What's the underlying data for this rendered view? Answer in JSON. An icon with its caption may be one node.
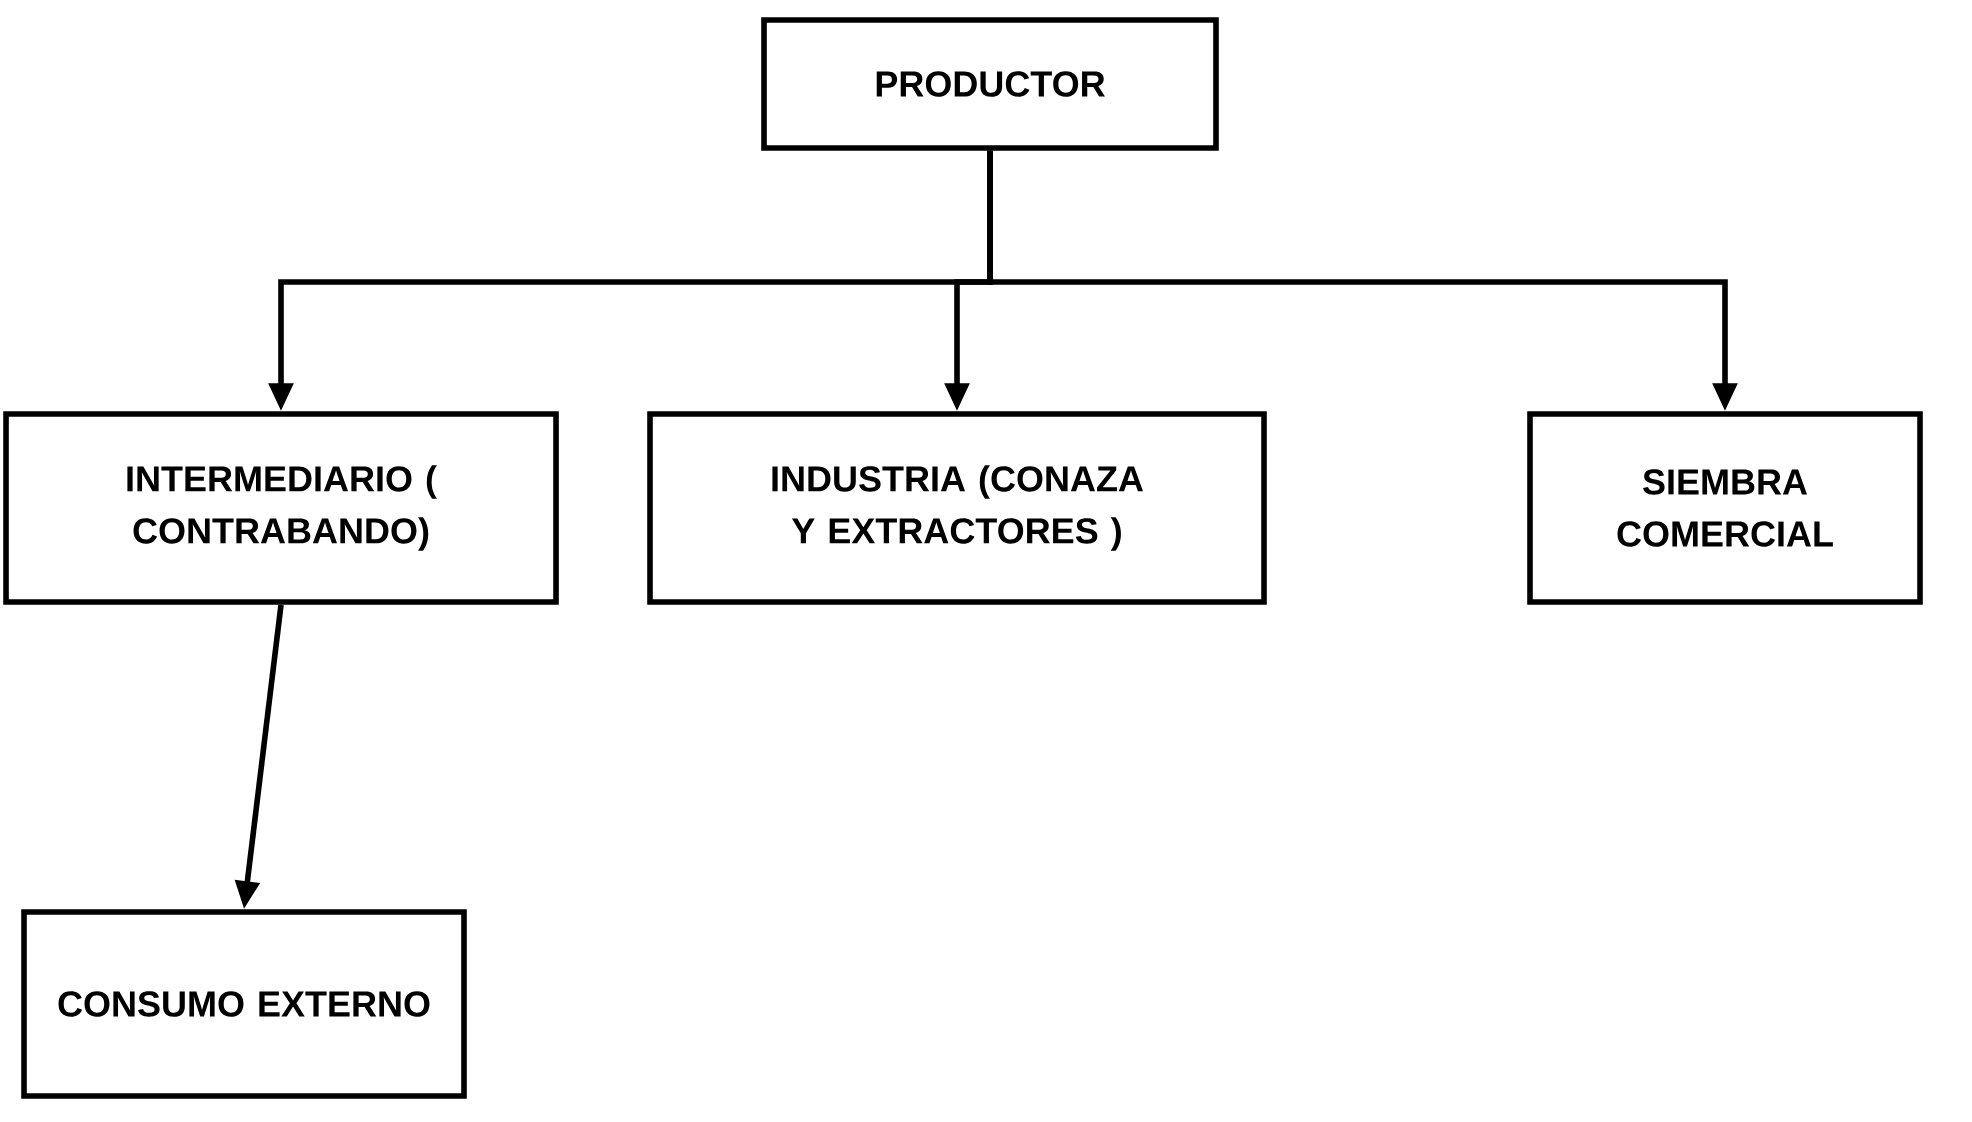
{
  "diagram": {
    "nodes": [
      {
        "text": [
          "PRODUCTOR"
        ]
      },
      {
        "text": [
          "INTERMEDIARIO ( CONTRABANDO)"
        ]
      },
      {
        "text": [
          "INDUSTRIA (CONAZA Y EXTRACTORES )"
        ]
      },
      {
        "text": [
          "SIEMBRA COMERCIAL"
        ]
      },
      {
        "text": [
          "CONSUMO EXTERNO"
        ]
      }
    ],
    "edges": [
      {
        "from": 0,
        "to": 1,
        "arrow": "to"
      },
      {
        "from": 0,
        "to": 2,
        "arrow": "to"
      },
      {
        "from": 0,
        "to": 3,
        "arrow": "to"
      },
      {
        "from": 1,
        "to": 4,
        "arrow": "to"
      }
    ]
  }
}
